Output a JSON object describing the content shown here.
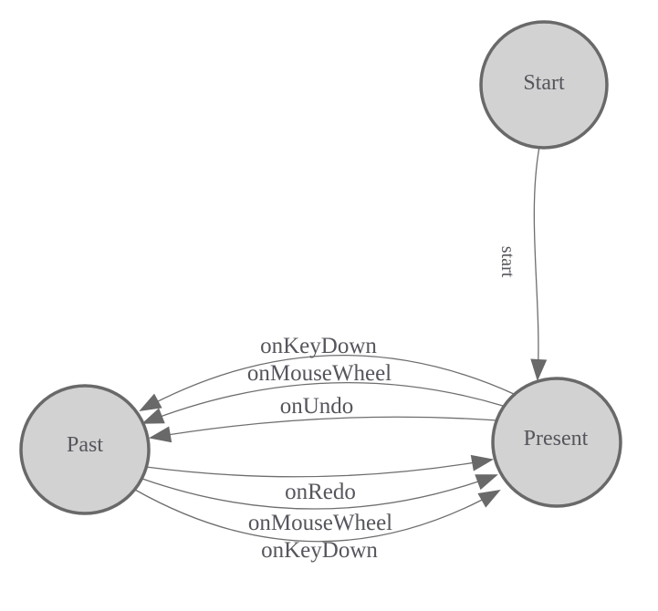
{
  "diagram": {
    "type": "state-machine"
  },
  "colors": {
    "background": "#ffffff",
    "node_fill": "#d2d2d2",
    "node_border": "#696969",
    "edge_line": "#6e6e6e",
    "arrowhead": "#696969",
    "label_text": "#55555c"
  },
  "nodes": {
    "start": {
      "label": "Start"
    },
    "past": {
      "label": "Past"
    },
    "present": {
      "label": "Present"
    }
  },
  "edges": {
    "start_to_present": {
      "from": "Start",
      "to": "Present",
      "label": "start"
    },
    "present_to_past": [
      {
        "from": "Present",
        "to": "Past",
        "label": "onKeyDown"
      },
      {
        "from": "Present",
        "to": "Past",
        "label": "onMouseWheel"
      },
      {
        "from": "Present",
        "to": "Past",
        "label": "onUndo"
      }
    ],
    "past_to_present": [
      {
        "from": "Past",
        "to": "Present",
        "label": "onRedo"
      },
      {
        "from": "Past",
        "to": "Present",
        "label": "onMouseWheel"
      },
      {
        "from": "Past",
        "to": "Present",
        "label": "onKeyDown"
      }
    ]
  }
}
